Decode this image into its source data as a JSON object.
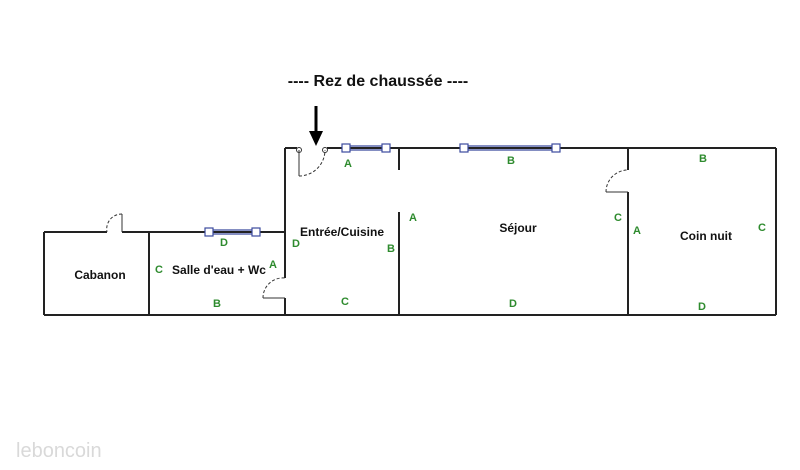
{
  "title": "----  Rez de chaussée  ----",
  "rooms": {
    "cabanon": "Cabanon",
    "salle": "Salle d'eau + Wc",
    "entree": "Entrée/Cuisine",
    "sejour": "Séjour",
    "coin": "Coin nuit"
  },
  "walls": {
    "entree_top": "A",
    "sejour_top": "B",
    "coin_top": "B",
    "sejour_left": "A",
    "sejour_right": "C",
    "coin_left": "A",
    "coin_right": "C",
    "salle_top": "D",
    "entree_left": "D",
    "entree_right": "B",
    "salle_right": "A",
    "salle_left": "C",
    "salle_bottom": "B",
    "entree_bottom": "C",
    "sejour_bottom": "D",
    "coin_bottom": "D"
  },
  "watermark": "leboncoin",
  "colors": {
    "wall": "#222222",
    "label": "#2e8b2e",
    "window": "#3b4a9e"
  }
}
